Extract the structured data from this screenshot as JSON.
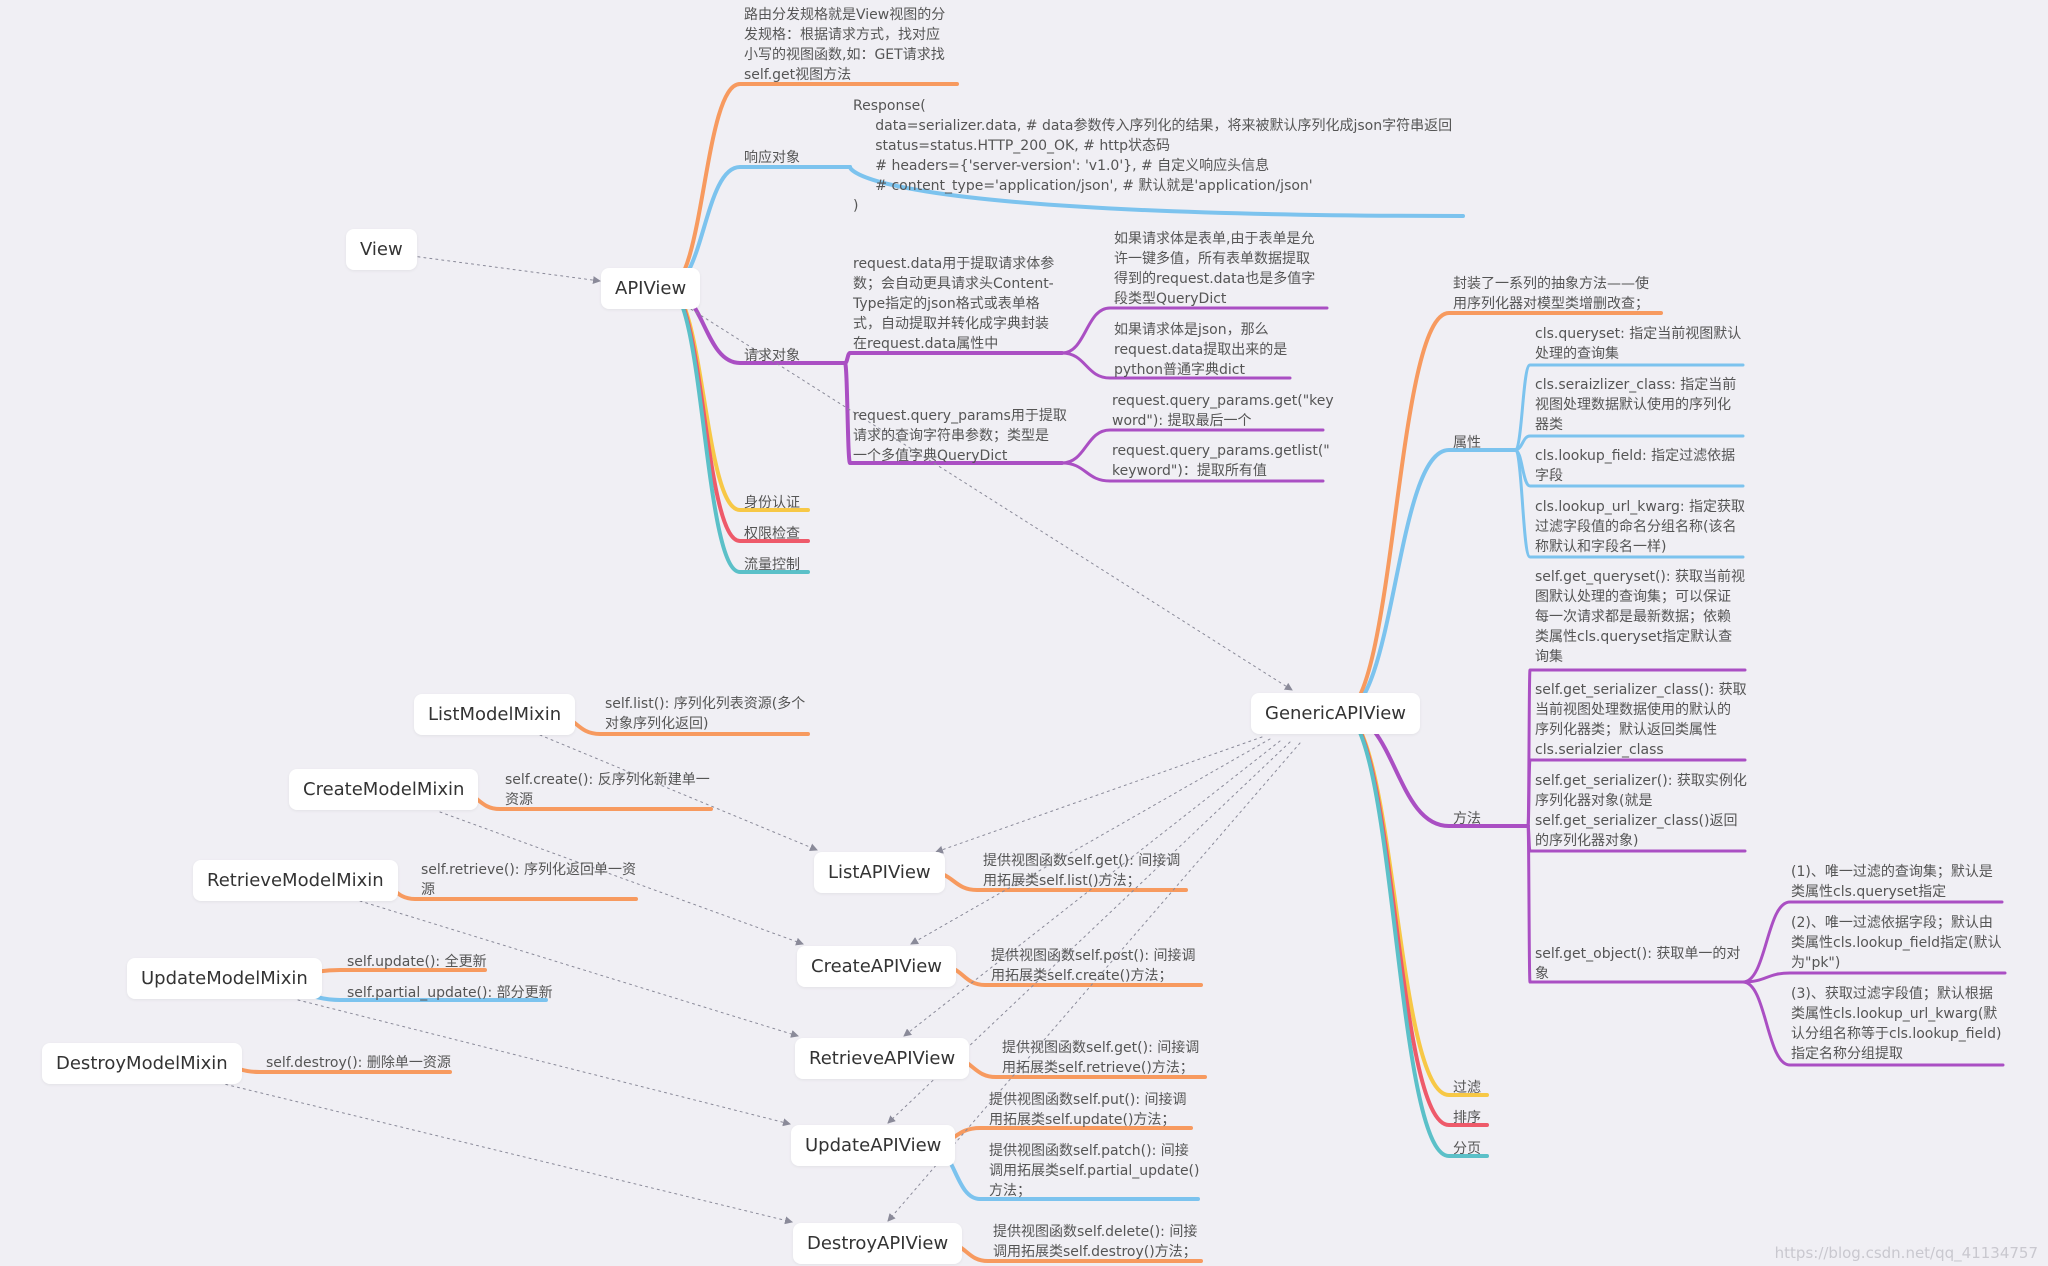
{
  "colors": {
    "orange": "#f79a5f",
    "blue": "#7cc3ee",
    "purple": "#aa4fc3",
    "yellow": "#f7c846",
    "red": "#ee5a6a",
    "teal": "#5bc0c8",
    "dotted": "#8a8a99"
  },
  "nodes": {
    "view": "View",
    "apiview": "APIView",
    "generic": "GenericAPIView",
    "list_mixin": "ListModelMixin",
    "create_mixin": "CreateModelMixin",
    "retrieve_mixin": "RetrieveModelMixin",
    "update_mixin": "UpdateModelMixin",
    "destroy_mixin": "DestroyModelMixin",
    "list_api": "ListAPIView",
    "create_api": "CreateAPIView",
    "retrieve_api": "RetrieveAPIView",
    "update_api": "UpdateAPIView",
    "destroy_api": "DestroyAPIView"
  },
  "apiview": {
    "dispatch": "路由分发规格就是View视图的分\n发规格：根据请求方式，找对应\n小写的视图函数,如：GET请求找\nself.get视图方法",
    "response_label": "响应对象",
    "response_text": "Response(\n     data=serializer.data, # data参数传入序列化的结果，将来被默认序列化成json字符串返回\n     status=status.HTTP_200_OK, # http状态码\n     # headers={'server-version': 'v1.0'}, # 自定义响应头信息\n     # content_type='application/json', # 默认就是'application/json'\n)",
    "request_label": "请求对象",
    "request_data": "request.data用于提取请求体参\n数；会自动更具请求头Content-\nType指定的json格式或表单格\n式，自动提取并转化成字典封装\n在request.data属性中",
    "request_data_form": "如果请求体是表单,由于表单是允\n许一键多值，所有表单数据提取\n得到的request.data也是多值字\n段类型QueryDict",
    "request_data_json": "如果请求体是json，那么\nrequest.data提取出来的是\npython普通字典dict",
    "query_params": "request.query_params用于提取\n请求的查询字符串参数；类型是\n一个多值字典QueryDict",
    "query_get": "request.query_params.get(\"key\nword\"): 提取最后一个",
    "query_getlist": "request.query_params.getlist(\"\nkeyword\")：提取所有值",
    "auth": "身份认证",
    "perm": "权限检查",
    "throttle": "流量控制"
  },
  "generic": {
    "summary": "封装了一系列的抽象方法——使\n用序列化器对模型类增删改查；",
    "attr_label": "属性",
    "attr_queryset": "cls.queryset: 指定当前视图默认\n处理的查询集",
    "attr_serializer": "cls.seraizlizer_class: 指定当前\n视图处理数据默认使用的序列化\n器类",
    "attr_lookup": "cls.lookup_field: 指定过滤依据\n字段",
    "attr_lookup_url": "cls.lookup_url_kwarg: 指定获取\n过滤字段值的命名分组名称(该名\n称默认和字段名一样)",
    "method_label": "方法",
    "m_get_queryset": "self.get_queryset(): 获取当前视\n图默认处理的查询集；可以保证\n每一次请求都是最新数据；依赖\n类属性cls.queryset指定默认查\n询集",
    "m_get_serializer_class": "self.get_serializer_class(): 获取\n当前视图处理数据使用的默认的\n序列化器类；默认返回类属性\ncls.serialzier_class",
    "m_get_serializer": "self.get_serializer(): 获取实例化\n序列化器对象(就是\nself.get_serializer_class()返回\n的序列化器对象)",
    "m_get_object": "self.get_object(): 获取单一的对\n象",
    "obj_1": "(1)、唯一过滤的查询集；默认是\n类属性cls.queryset指定",
    "obj_2": "(2)、唯一过滤依据字段；默认由\n类属性cls.lookup_field指定(默认\n为\"pk\")",
    "obj_3": "(3)、获取过滤字段值；默认根据\n类属性cls.lookup_url_kwarg(默\n认分组名称等于cls.lookup_field)\n指定名称分组提取",
    "filter": "过滤",
    "sort": "排序",
    "paging": "分页"
  },
  "mixins": {
    "list": "self.list(): 序列化列表资源(多个\n对象序列化返回)",
    "create": "self.create(): 反序列化新建单一\n资源",
    "retrieve": "self.retrieve(): 序列化返回单一资\n源",
    "update": "self.update(): 全更新",
    "partial": "self.partial_update(): 部分更新",
    "destroy": "self.destroy(): 删除单一资源"
  },
  "concrete": {
    "list": "提供视图函数self.get(): 间接调\n用拓展类self.list()方法；",
    "create": "提供视图函数self.post(): 间接调\n用拓展类self.create()方法；",
    "retrieve": "提供视图函数self.get(): 间接调\n用拓展类self.retrieve()方法；",
    "update_put": "提供视图函数self.put(): 间接调\n用拓展类self.update()方法；",
    "update_patch": "提供视图函数self.patch(): 间接\n调用拓展类self.partial_update()\n方法；",
    "destroy": "提供视图函数self.delete(): 间接\n调用拓展类self.destroy()方法；"
  },
  "watermark": "https://blog.csdn.net/qq_41134757"
}
